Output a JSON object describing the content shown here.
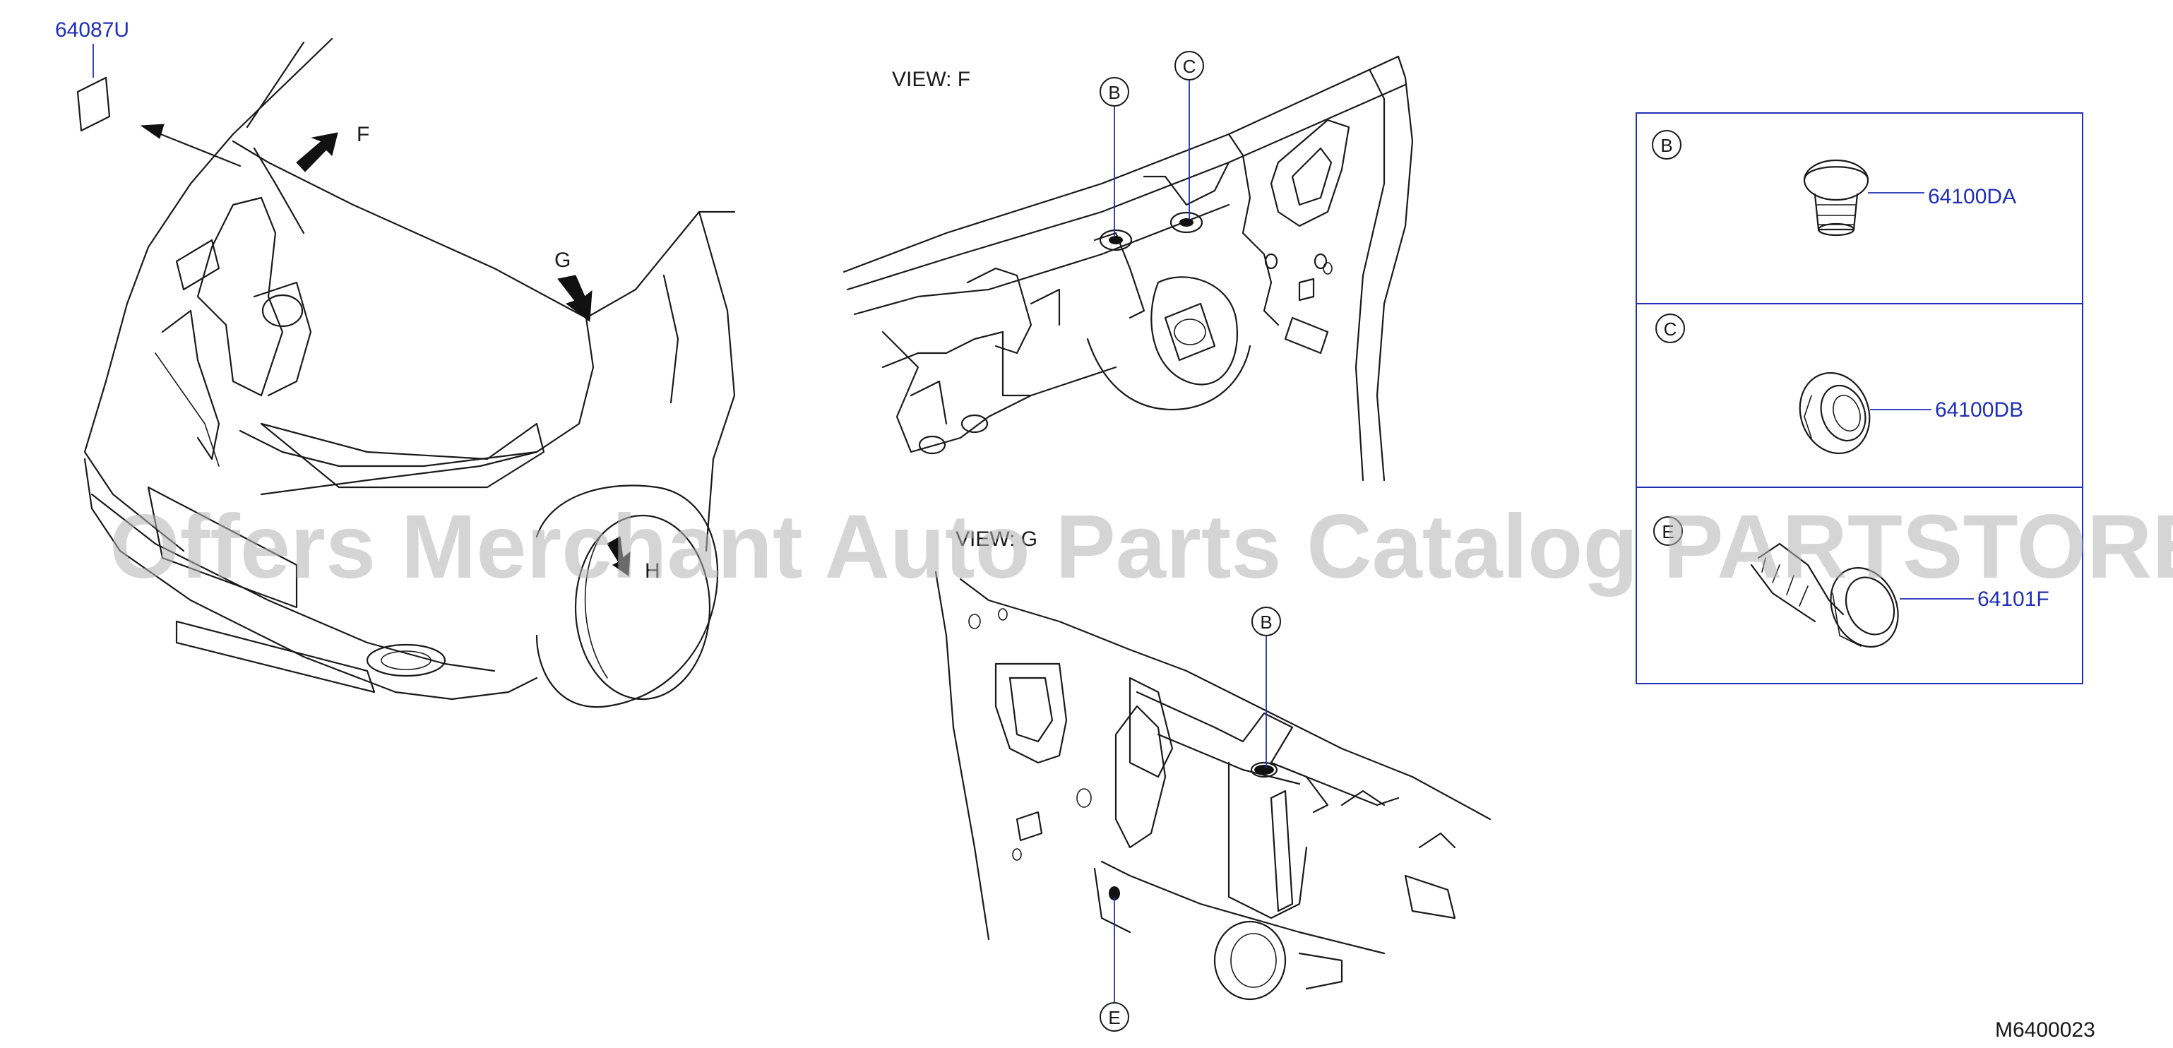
{
  "diagram": {
    "view_f_label": "VIEW:   F",
    "view_g_label": "VIEW:  G",
    "diagram_id": "M6400023",
    "watermark": "Offers Merchant Auto Parts Catalog PARTSTORE.SA",
    "arrows": {
      "f": "F",
      "g": "G",
      "h": "H"
    },
    "callouts": {
      "view_f_b": "B",
      "view_f_c": "C",
      "view_g_b": "B",
      "view_g_e": "E"
    },
    "parts": {
      "p64087u": "64087U",
      "p64100da": "64100DA",
      "p64100db": "64100DB",
      "p64101f": "64101F"
    },
    "legend": {
      "row_b": "B",
      "row_c": "C",
      "row_e": "E"
    }
  }
}
